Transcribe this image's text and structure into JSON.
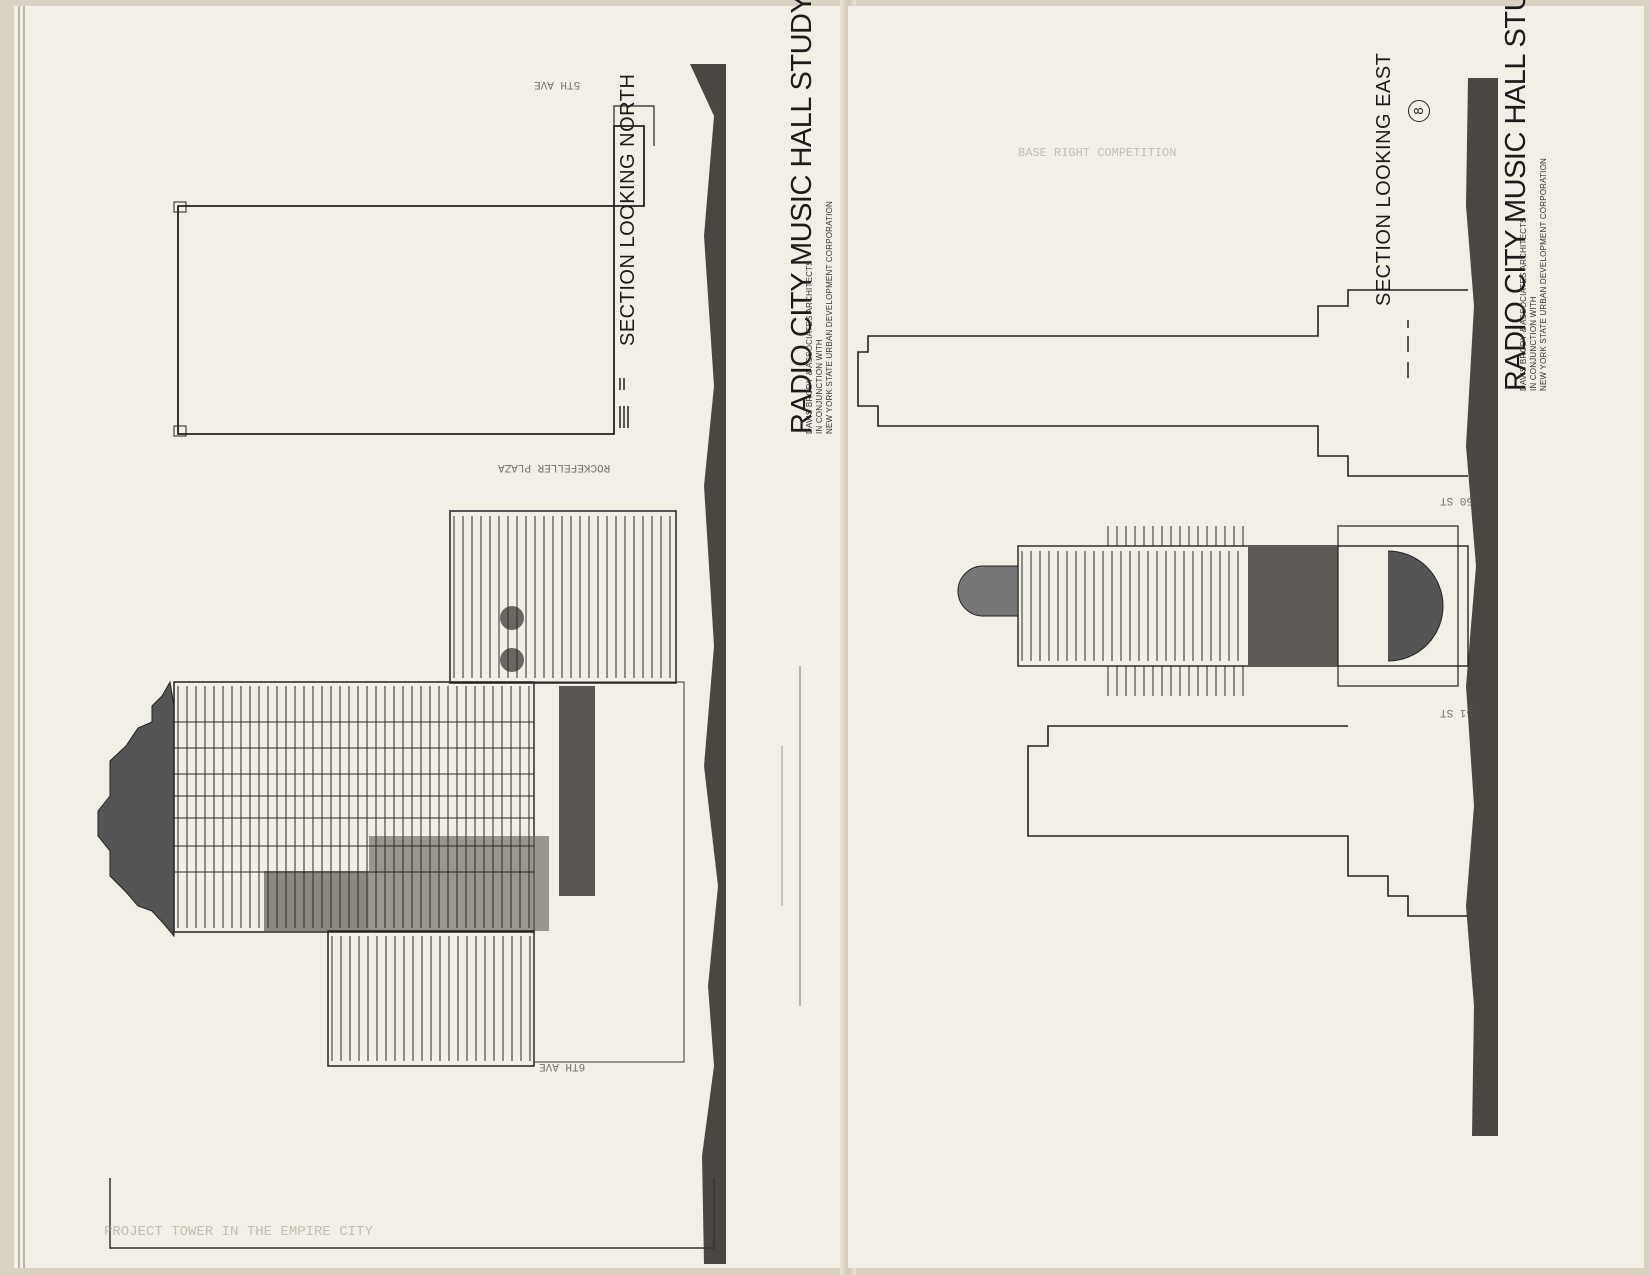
{
  "left_sheet": {
    "project_title": "RADIO CITY MUSIC HALL STUDY",
    "architect_credit": "DAVIS BRODY & ASSOCIATES ARCHITECTS",
    "collaboration_credit": "IN CONJUNCTION WITH",
    "client_credit": "NEW YORK STATE URBAN DEVELOPMENT CORPORATION",
    "section_title": "SECTION LOOKING NORTH",
    "labels": {
      "top": "5TH AVE",
      "middle": "ROCKEFELLER PLAZA",
      "bottom": "6TH AVE"
    }
  },
  "right_sheet": {
    "project_title": "RADIO CITY MUSIC HALL STUDY",
    "architect_credit": "DAVIS BRODY & ASSOCIATES ARCHITECTS",
    "collaboration_credit": "IN CONJUNCTION WITH",
    "client_credit": "NEW YORK STATE URBAN DEVELOPMENT CORPORATION",
    "section_title": "SECTION LOOKING EAST",
    "sheet_number": "8",
    "labels": {
      "upper": "50 ST",
      "lower": "51 ST"
    }
  },
  "bleed_through": {
    "right_heading": "BASE RIGHT COMPETITION",
    "left_footer": "PROJECT TOWER IN THE EMPIRE CITY"
  }
}
